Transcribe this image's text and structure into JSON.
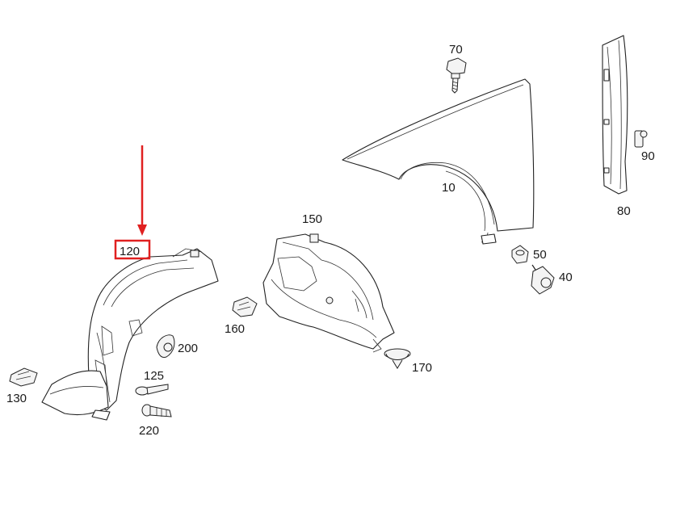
{
  "diagram": {
    "highlight_color": "#e02020",
    "line_color": "#222222",
    "highlighted_part": "120",
    "labels": {
      "p10": "10",
      "p40": "40",
      "p50": "50",
      "p70": "70",
      "p80": "80",
      "p90": "90",
      "p120": "120",
      "p125": "125",
      "p130": "130",
      "p150": "150",
      "p160": "160",
      "p170": "170",
      "p200": "200",
      "p220": "220"
    }
  }
}
